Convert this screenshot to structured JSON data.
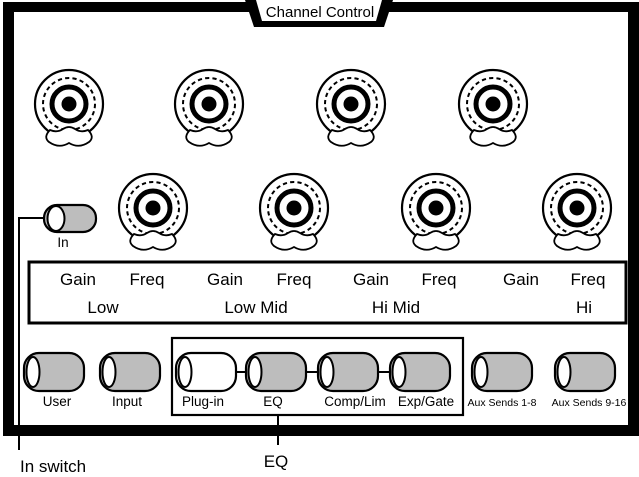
{
  "panel": {
    "title": "Channel Control"
  },
  "in_switch": {
    "label": "In",
    "callout": "In switch"
  },
  "eq_labels": {
    "gain_1": "Gain",
    "freq_1": "Freq",
    "gain_2": "Gain",
    "freq_2": "Freq",
    "gain_3": "Gain",
    "freq_3": "Freq",
    "gain_4": "Gain",
    "freq_4": "Freq",
    "band_low": "Low",
    "band_low_mid": "Low Mid",
    "band_hi_mid": "Hi Mid",
    "band_hi": "Hi"
  },
  "mode_buttons": {
    "user": "User",
    "input": "Input",
    "plugin": "Plug-in",
    "eq": "EQ",
    "comp_lim": "Comp/Lim",
    "exp_gate": "Exp/Gate",
    "aux_1_8": "Aux Sends 1-8",
    "aux_9_16": "Aux Sends 9-16"
  },
  "callouts": {
    "eq_group": "EQ"
  },
  "colors": {
    "button_fill": "#bdbdbd",
    "panel_stroke": "#000000",
    "plugin_button_fill": "#ffffff"
  }
}
